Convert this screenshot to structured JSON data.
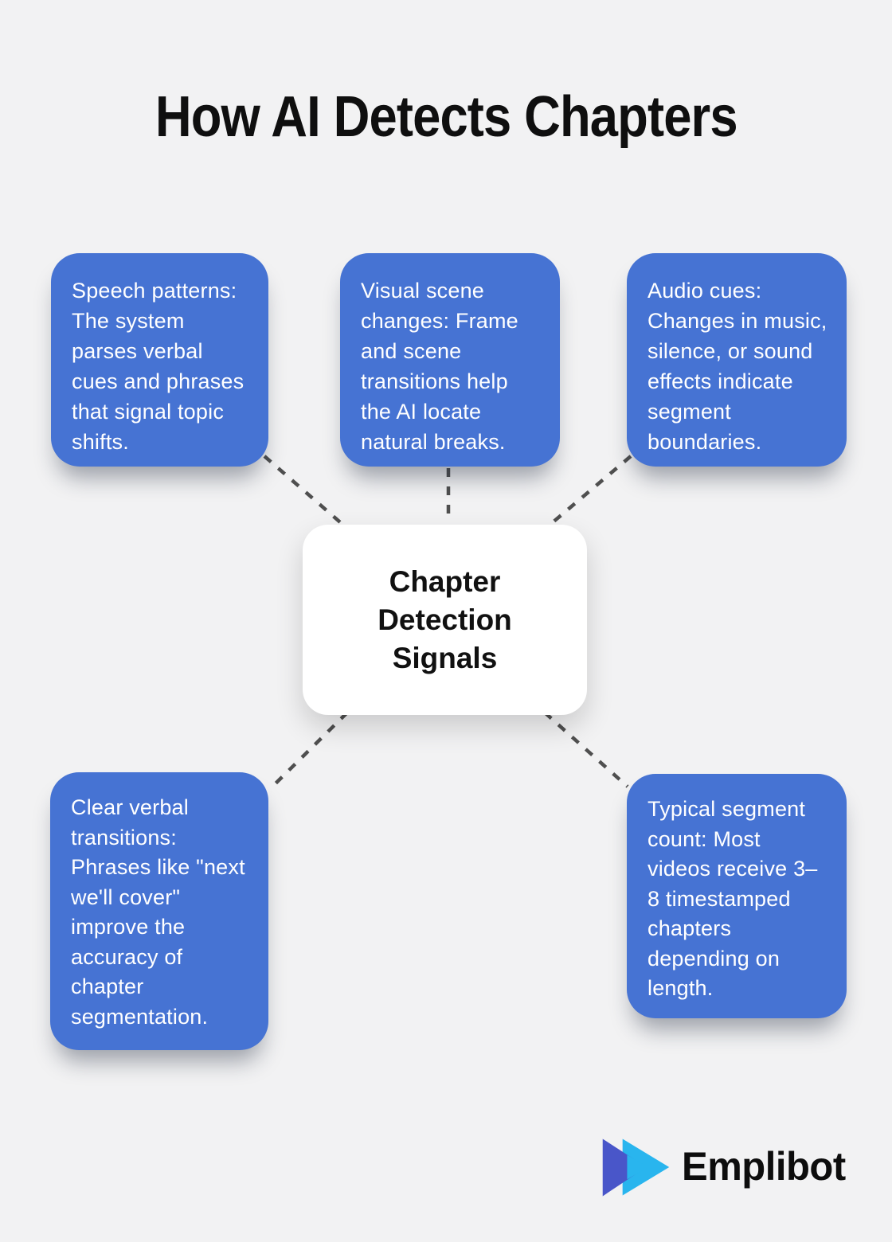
{
  "theme": {
    "background": "#f2f2f3",
    "card_blue": "#4673d3",
    "card_text": "#ffffff",
    "center_bg": "#ffffff",
    "center_text": "#111111",
    "connector_gray": "#4f4f4f",
    "title_color": "#0f0f0f",
    "logo_indigo": "#4956c9",
    "logo_cyan": "#29b5ee",
    "logo_text_color": "#0d0d0d"
  },
  "title": "How AI Detects Chapters",
  "center": {
    "label": "Chapter Detection Signals"
  },
  "cards": [
    {
      "id": "speech-patterns",
      "text": "Speech patterns: The system parses verbal cues and phrases that signal topic shifts."
    },
    {
      "id": "visual-scene-changes",
      "text": "Visual scene changes: Frame and scene transitions help the AI locate natural breaks."
    },
    {
      "id": "audio-cues",
      "text": "Audio cues: Changes in music, silence, or sound effects indicate segment boundaries."
    },
    {
      "id": "clear-verbal-transitions",
      "text": "Clear verbal transitions: Phrases like \"next we'll cover\" improve the accuracy of chapter segmentation."
    },
    {
      "id": "typical-segment-count",
      "text": "Typical segment count: Most videos receive 3–8 timestamped chapters depending on length."
    }
  ],
  "logo": {
    "text": "Emplibot"
  }
}
